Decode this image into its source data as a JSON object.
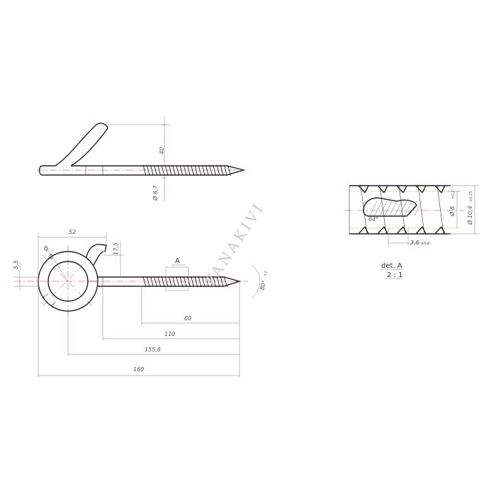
{
  "side_view": {
    "dim_height": "40",
    "dim_shank": "Ø 8,7"
  },
  "front_view": {
    "dim_eye_width": "52",
    "dim_gap": "17,5",
    "dim_wire": "5,5",
    "dim_ring_outer": "Ø",
    "dim_ring_inner": "Ø",
    "label_detail_ref": "A",
    "dim_thread_len": "80",
    "dim_shank_len": "110",
    "dim_from_center": "155,6",
    "dim_overall": "160",
    "dim_tip_angle": "80°",
    "dim_tip_angle_tol": "±2"
  },
  "detail": {
    "angle": "64°",
    "dim_inner": "Ø 8",
    "dim_inner_tol": "±0,2",
    "dim_outer": "Ø 10,4",
    "dim_outer_tol": "±0,25",
    "dim_pitch": "3,6",
    "dim_pitch_tol": "±0,2",
    "title": "det. A",
    "scale": "2 : 1"
  },
  "watermark": "FANAKIVI",
  "colors": {
    "outline": "#222222",
    "dimension": "#7a7a7a",
    "centerline": "#d23b3b",
    "pitch_line": "#d9c43a"
  }
}
